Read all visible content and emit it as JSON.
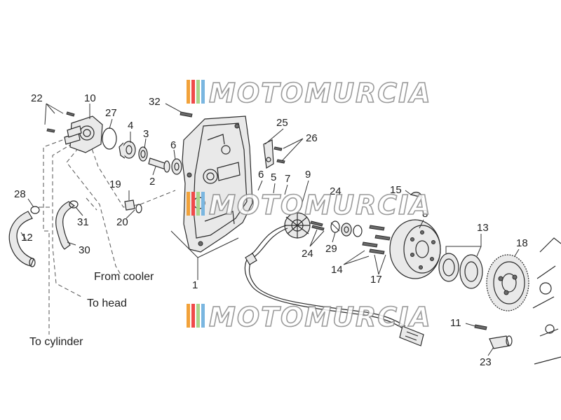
{
  "watermark": {
    "text": "MOTOMURCIA",
    "stripe_colors": [
      "#f2a23a",
      "#f04a4a",
      "#a9d48a",
      "#7ab6e0"
    ]
  },
  "labels": {
    "p1": "1",
    "p2": "2",
    "p3": "3",
    "p4": "4",
    "p5": "5",
    "p6a": "6",
    "p6b": "6",
    "p7": "7",
    "p8": "8",
    "p9": "9",
    "p10": "10",
    "p11": "11",
    "p12": "12",
    "p13": "13",
    "p14": "14",
    "p15": "15",
    "p17": "17",
    "p18": "18",
    "p19": "19",
    "p20": "20",
    "p22": "22",
    "p23": "23",
    "p24a": "24",
    "p24b": "24",
    "p25": "25",
    "p26": "26",
    "p27": "27",
    "p28": "28",
    "p29": "29",
    "p30": "30",
    "p31": "31",
    "p32": "32"
  },
  "notes": {
    "from_cooler": "From cooler",
    "to_head": "To head",
    "to_cylinder": "To cylinder"
  }
}
